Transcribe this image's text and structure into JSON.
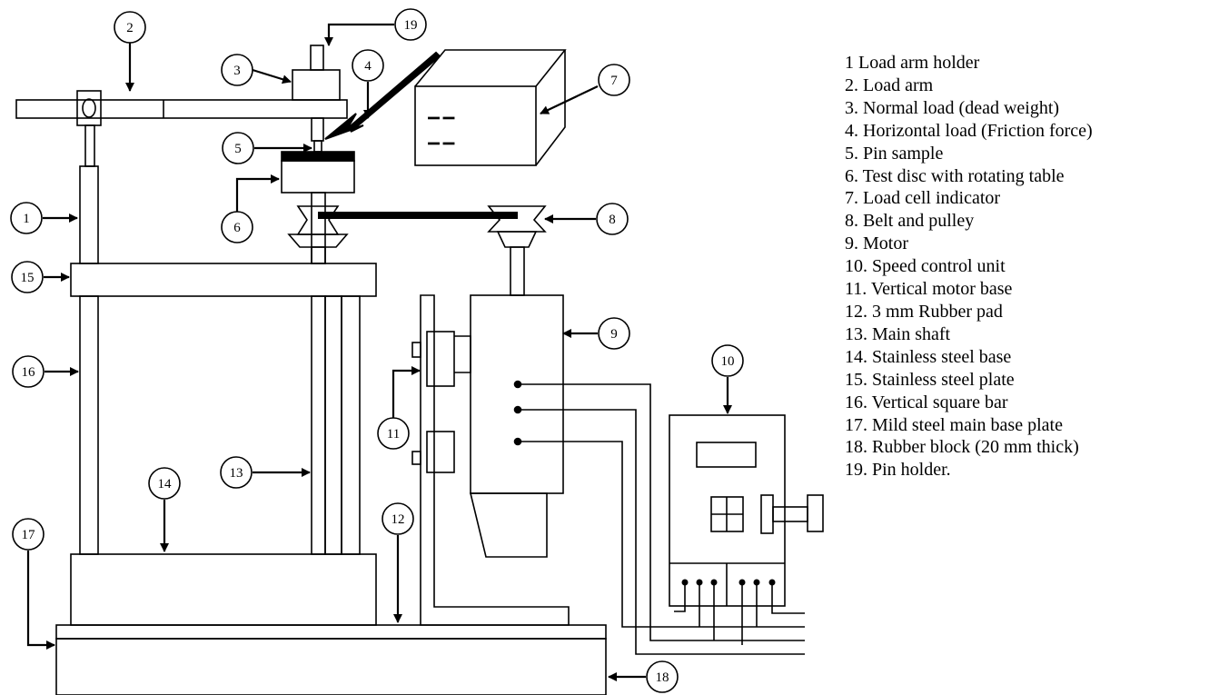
{
  "diagram": {
    "callout_numbers": [
      "1",
      "2",
      "3",
      "4",
      "5",
      "6",
      "7",
      "8",
      "9",
      "10",
      "11",
      "12",
      "13",
      "14",
      "15",
      "16",
      "17",
      "18",
      "19"
    ],
    "display_pad_marks": [
      "–  –",
      "–  –"
    ],
    "legend": [
      "1 Load arm holder",
      "2. Load arm",
      "3. Normal load (dead weight)",
      "4. Horizontal load (Friction force)",
      "5. Pin sample",
      "6. Test disc with rotating table",
      "7. Load cell indicator",
      "8. Belt and pulley",
      "9. Motor",
      "10. Speed control unit",
      "11. Vertical motor base",
      "12. 3 mm Rubber pad",
      "13. Main shaft",
      "14. Stainless steel base",
      "15. Stainless steel plate",
      "16. Vertical square bar",
      "17. Mild steel main base plate",
      "18. Rubber block (20 mm thick)",
      "19. Pin holder."
    ]
  }
}
